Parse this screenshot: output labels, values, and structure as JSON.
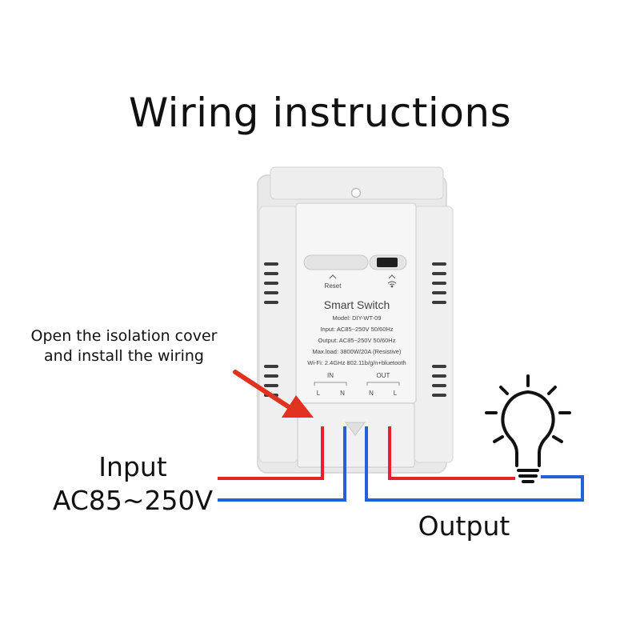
{
  "title": "Wiring instructions",
  "callout": {
    "line1": "Open the isolation cover",
    "line2": "and install the wiring"
  },
  "input": {
    "label": "Input",
    "voltage": "AC85~250V"
  },
  "output": {
    "label": "Output"
  },
  "device": {
    "reset_label": "Reset",
    "name": "Smart Switch",
    "model": "Model: DIY-WT-09",
    "specs": [
      "Input: AC85~250V 50/60Hz",
      "Output: AC85~250V 50/60Hz",
      "Max.load: 3800W/20A (Resistive)",
      "Wi-Fi: 2.4GHz 802.11b/g/n+bluetooth"
    ],
    "in_label": "IN",
    "out_label": "OUT",
    "in_terminals": [
      "L",
      "N"
    ],
    "out_terminals": [
      "N",
      "L"
    ]
  },
  "colors": {
    "live_wire": "#e8202a",
    "neutral_wire": "#2461d8",
    "arrow": "#e0321f"
  },
  "icons": [
    "wifi-icon",
    "light-bulb-icon",
    "red-arrow-icon"
  ]
}
